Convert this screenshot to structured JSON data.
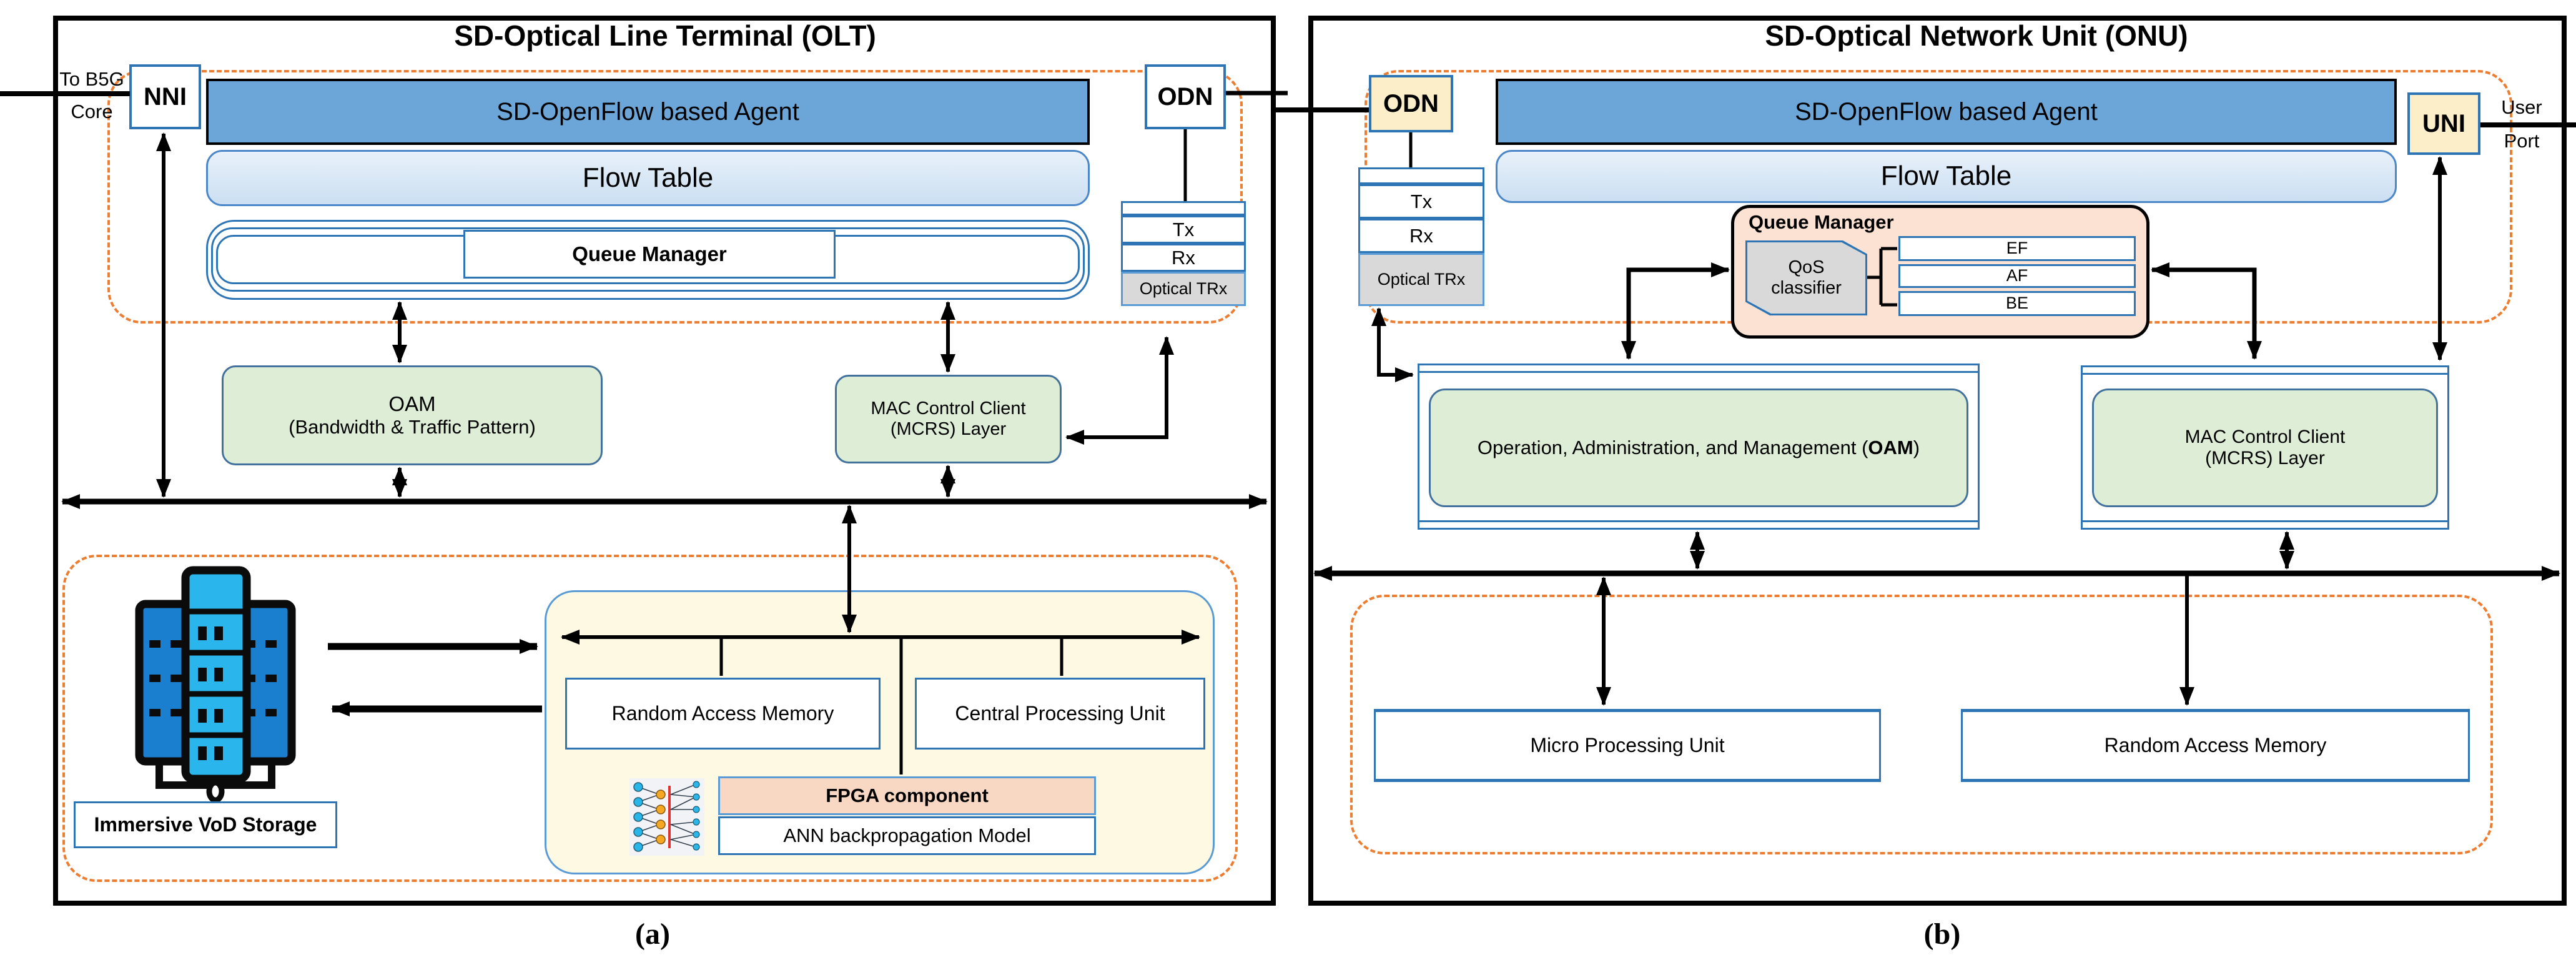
{
  "figure": {
    "caption_a": "(a)",
    "caption_b": "(b)"
  },
  "colors": {
    "agent_blue": "#6CA6D9",
    "flow_table_blue": "#D9E8F6",
    "green_module": "#DEEDD5",
    "port_yellow": "#FBEEC9",
    "queue_manager_peach": "#FBE2D2",
    "fpga_peach": "#F9D8C3",
    "transceiver_gray": "#D9D9D9",
    "compute_cream": "#FDF9E3",
    "dashed_orange": "#ED7D31",
    "border_blue": "#2E75B6"
  },
  "olt": {
    "title": "SD-Optical Line Terminal (OLT)",
    "external_link": {
      "line1": "To B5G",
      "line2": "Core"
    },
    "nni_label": "NNI",
    "agent_label": "SD-OpenFlow based Agent",
    "flow_table_label": "Flow Table",
    "queue_manager_label": "Queue Manager",
    "odn_label": "ODN",
    "transceiver": {
      "tx": "Tx",
      "rx": "Rx",
      "optical": "Optical TRx"
    },
    "oam": {
      "line1": "OAM",
      "line2": "(Bandwidth & Traffic Pattern)"
    },
    "mcrs": {
      "line1": "MAC Control Client",
      "line2": "(MCRS) Layer"
    },
    "storage_label": "Immersive VoD Storage",
    "ram_label": "Random Access Memory",
    "cpu_label": "Central Processing Unit",
    "fpga_label": "FPGA component",
    "ann_label": "ANN backpropagation Model"
  },
  "onu": {
    "title": "SD-Optical Network Unit (ONU)",
    "odn_label": "ODN",
    "agent_label": "SD-OpenFlow based Agent",
    "flow_table_label": "Flow Table",
    "queue_manager": {
      "title": "Queue Manager",
      "qos_line1": "QoS",
      "qos_line2": "classifier",
      "queues": [
        "EF",
        "AF",
        "BE"
      ]
    },
    "transceiver": {
      "tx": "Tx",
      "rx": "Rx",
      "optical": "Optical TRx"
    },
    "uni_label": "UNI",
    "user_port": {
      "line1": "User",
      "line2": "Port"
    },
    "oam": {
      "prefix": "Operation, Administration, and Management (",
      "bold": "OAM",
      "suffix": ")"
    },
    "mcrs": {
      "line1": "MAC Control Client",
      "line2": "(MCRS) Layer"
    },
    "mpu_label": "Micro Processing Unit",
    "ram_label": "Random Access Memory"
  }
}
